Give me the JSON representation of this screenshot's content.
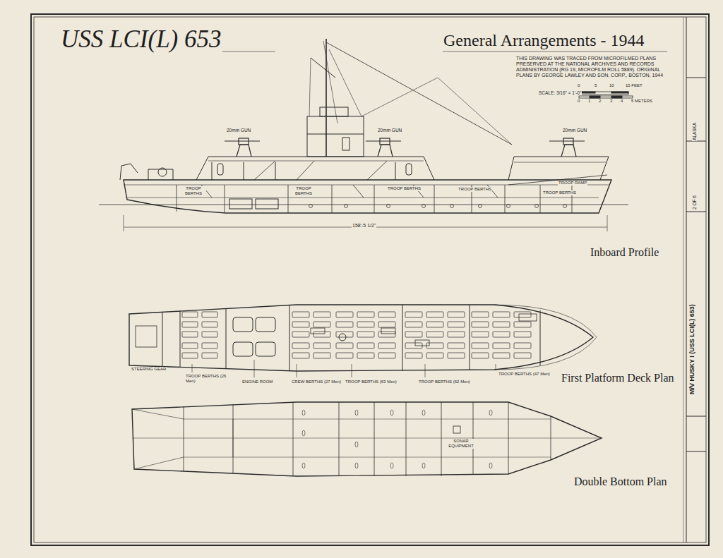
{
  "diagram": {
    "title": "USS LCI(L) 653",
    "labels": [
      "General Arrangements - 1944",
      "THIS DRAWING WAS TRACED FROM MICROFILMED PLANS PRESERVED AT THE NATIONAL ARCHIVES AND RECORDS ADMINISTRATION (RG 19, MICROFILM ROLL 5889). ORIGINAL PLANS BY GEORGE LAWLEY AND SON, CORP., BOSTON, 1944",
      "SCALE: 3/16\" = 1'-0\"",
      "0",
      "5",
      "10",
      "15 FEET",
      "0",
      "1",
      "2",
      "3",
      "4",
      "5 METERS",
      "20mm GUN",
      "20mm GUN",
      "20mm GUN",
      "TROOP BERTHS",
      "TROOP BERTHS",
      "TROOP BERTHS",
      "TROOP BERTHS",
      "TROOP BERTHS",
      "TROOP RAMP",
      "158'-5 1/2\"",
      "Inboard Profile",
      "STEERING GEAR",
      "TROOP BERTHS (26 Men)",
      "ENGINE ROOM",
      "CREW BERTHS (27 Men)",
      "TROOP BERTHS (63 Men)",
      "TROOP BERTHS (62 Men)",
      "TROOP BERTHS (47 Men)",
      "First Platform Deck Plan",
      "SONAR EQUIPMENT",
      "Double Bottom Plan",
      "M/V HUSKY I (USS LCI(L) 653)",
      "ALASKA",
      "2 OF 6"
    ]
  }
}
